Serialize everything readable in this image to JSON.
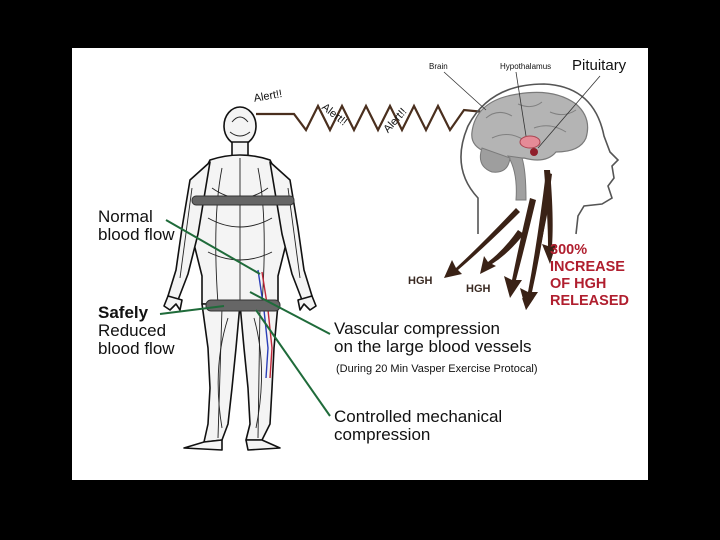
{
  "labels": {
    "normal_flow_line1": "Normal",
    "normal_flow_line2": "blood flow",
    "safely": "Safely",
    "reduced_line1": "Reduced",
    "reduced_line2": "blood flow",
    "vascular_line1": "Vascular compression",
    "vascular_line2": "on the large blood vessels",
    "protocol_note": "(During 20 Min Vasper Exercise Protocal)",
    "controlled_line1": "Controlled mechanical",
    "controlled_line2": "compression",
    "brain": "Brain",
    "hypothalamus": "Hypothalamus",
    "pituitary": "Pituitary",
    "alert_1": "Alert!!",
    "alert_2": "Alert!!",
    "alert_3": "Alert!!",
    "hgh_1": "HGH",
    "hgh_2": "HGH",
    "increase_line1": "300%",
    "increase_line2": "INCREASE",
    "increase_line3": "OF HGH",
    "increase_line4": "RELEASED"
  },
  "colors": {
    "background": "#000000",
    "slide": "#ffffff",
    "pointer_green": "#1f6b3a",
    "signal_brown": "#4a2f1e",
    "accent_red": "#b01e2e",
    "pituitary_pink": "#e58b97",
    "brain_gray": "#9a9a9a"
  }
}
